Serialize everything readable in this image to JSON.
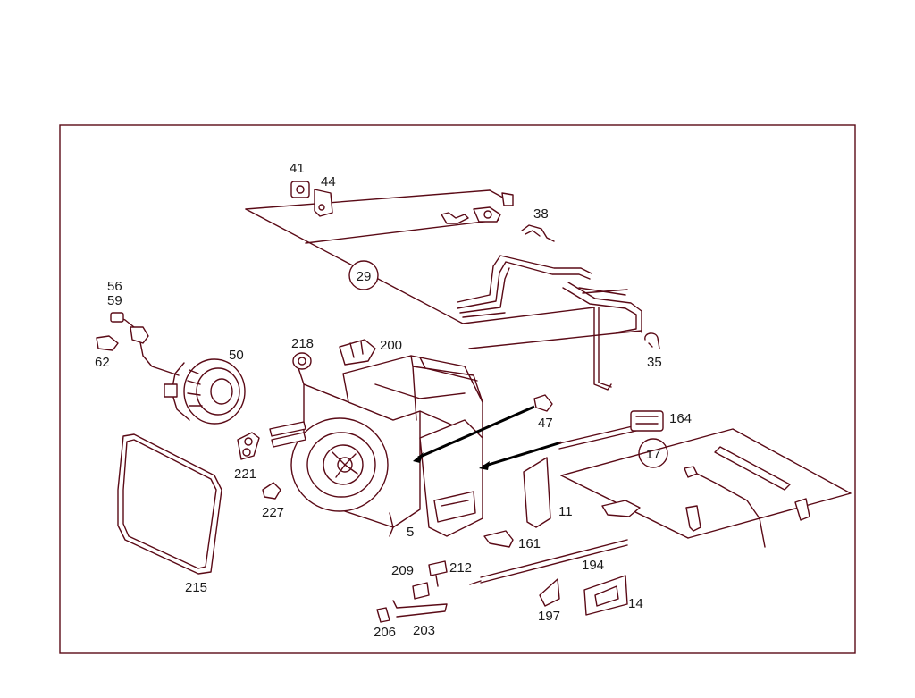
{
  "diagram": {
    "colors": {
      "line": "#5a0a16",
      "text": "#1a1a1a",
      "background": "#ffffff"
    },
    "callouts": [
      {
        "id": "41",
        "label": "41"
      },
      {
        "id": "44",
        "label": "44"
      },
      {
        "id": "38",
        "label": "38"
      },
      {
        "id": "29",
        "label": "29"
      },
      {
        "id": "56",
        "label": "56"
      },
      {
        "id": "59",
        "label": "59"
      },
      {
        "id": "62",
        "label": "62"
      },
      {
        "id": "50",
        "label": "50"
      },
      {
        "id": "218",
        "label": "218"
      },
      {
        "id": "200",
        "label": "200"
      },
      {
        "id": "35",
        "label": "35"
      },
      {
        "id": "47",
        "label": "47"
      },
      {
        "id": "164",
        "label": "164"
      },
      {
        "id": "17",
        "label": "17"
      },
      {
        "id": "221",
        "label": "221"
      },
      {
        "id": "227",
        "label": "227"
      },
      {
        "id": "11",
        "label": "11"
      },
      {
        "id": "5",
        "label": "5"
      },
      {
        "id": "161",
        "label": "161"
      },
      {
        "id": "215",
        "label": "215"
      },
      {
        "id": "194",
        "label": "194"
      },
      {
        "id": "209",
        "label": "209"
      },
      {
        "id": "212",
        "label": "212"
      },
      {
        "id": "197",
        "label": "197"
      },
      {
        "id": "14",
        "label": "14"
      },
      {
        "id": "206",
        "label": "206"
      },
      {
        "id": "203",
        "label": "203"
      }
    ]
  }
}
